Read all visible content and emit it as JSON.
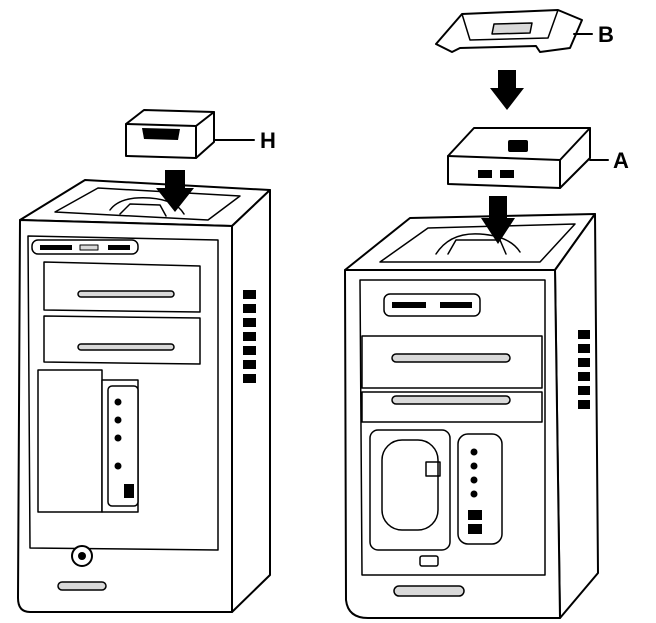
{
  "labels": {
    "h": "H",
    "b": "B",
    "a": "A"
  },
  "colors": {
    "line": "#000000",
    "fill": "#ffffff",
    "shade": "#d9d9d9"
  }
}
